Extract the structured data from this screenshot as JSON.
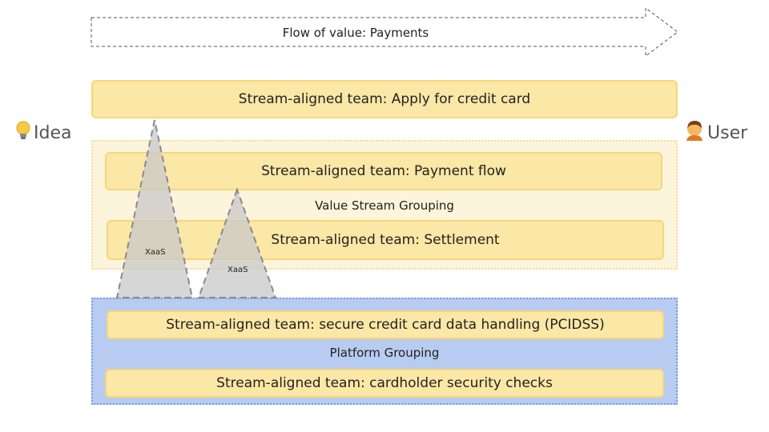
{
  "flow": {
    "label": "Flow of value: Payments"
  },
  "side_labels": {
    "start": {
      "icon": "lightbulb-icon",
      "text": "Idea"
    },
    "end": {
      "icon": "person-icon",
      "text": "User"
    }
  },
  "teams": {
    "apply": "Stream-aligned team: Apply for credit card",
    "payment_flow": "Stream-aligned team: Payment flow",
    "settlement": "Stream-aligned team: Settlement",
    "pcidss": "Stream-aligned team: secure credit card data handling (PCIDSS)",
    "security_checks": "Stream-aligned team: cardholder security checks"
  },
  "groups": {
    "value_stream": "Value Stream Grouping",
    "platform": "Platform Grouping"
  },
  "xaas": {
    "left": "XaaS",
    "right": "XaaS"
  },
  "colors": {
    "team_fill": "#fbe7a6",
    "team_border": "#f6d77a",
    "value_group_fill": "#fdf4dc",
    "platform_group_fill": "#b8cbf0",
    "xaas_fill": "#c8c8c8"
  }
}
